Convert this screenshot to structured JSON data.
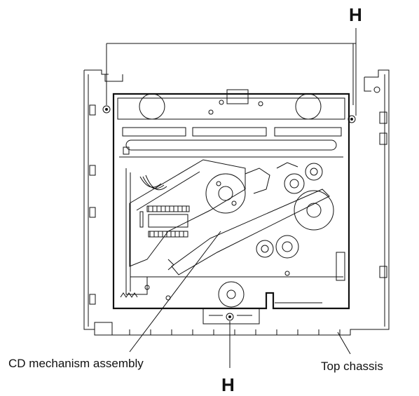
{
  "labels": {
    "h_top": "H",
    "h_bottom": "H",
    "cd_mechanism": "CD mechanism assembly",
    "top_chassis": "Top chassis"
  }
}
